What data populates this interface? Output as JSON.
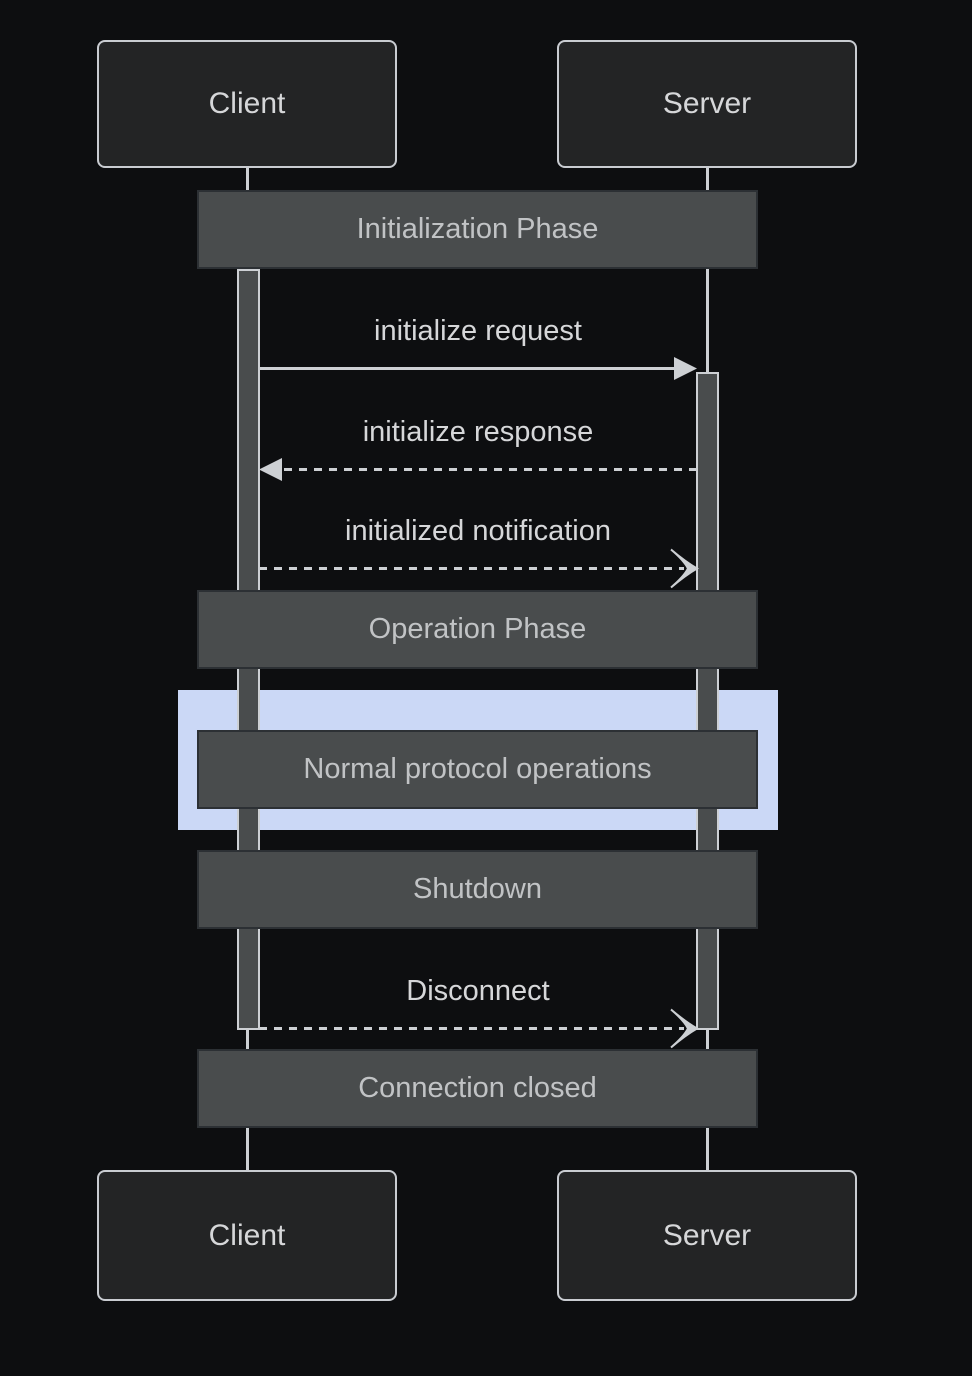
{
  "diagram_type": "sequence-diagram",
  "participants": [
    {
      "id": "client",
      "label": "Client"
    },
    {
      "id": "server",
      "label": "Server"
    }
  ],
  "phases": [
    {
      "label": "Initialization Phase"
    },
    {
      "label": "Operation Phase"
    },
    {
      "label": "Shutdown"
    },
    {
      "label": "Connection closed"
    }
  ],
  "highlighted_note": {
    "label": "Normal protocol operations"
  },
  "messages": [
    {
      "from": "Client",
      "to": "Server",
      "label": "initialize request",
      "line": "solid",
      "arrowhead": "filled-triangle",
      "direction": "right"
    },
    {
      "from": "Server",
      "to": "Client",
      "label": "initialize response",
      "line": "dashed",
      "arrowhead": "filled-triangle",
      "direction": "left"
    },
    {
      "from": "Client",
      "to": "Server",
      "label": "initialized notification",
      "line": "dashed",
      "arrowhead": "open-chevron",
      "direction": "right"
    },
    {
      "from": "Client",
      "to": "Server",
      "label": "Disconnect",
      "line": "dashed",
      "arrowhead": "open-chevron",
      "direction": "right"
    }
  ],
  "colors": {
    "background": "#0d0e10",
    "actor_fill": "#232425",
    "actor_border": "#c9ccd1",
    "band_fill": "#494c4d",
    "band_border": "#2c3034",
    "line": "#cdd0d4",
    "text_primary": "#d6d7d9",
    "text_secondary": "#c1c3c5",
    "highlight_fill": "#cbd8f6"
  }
}
